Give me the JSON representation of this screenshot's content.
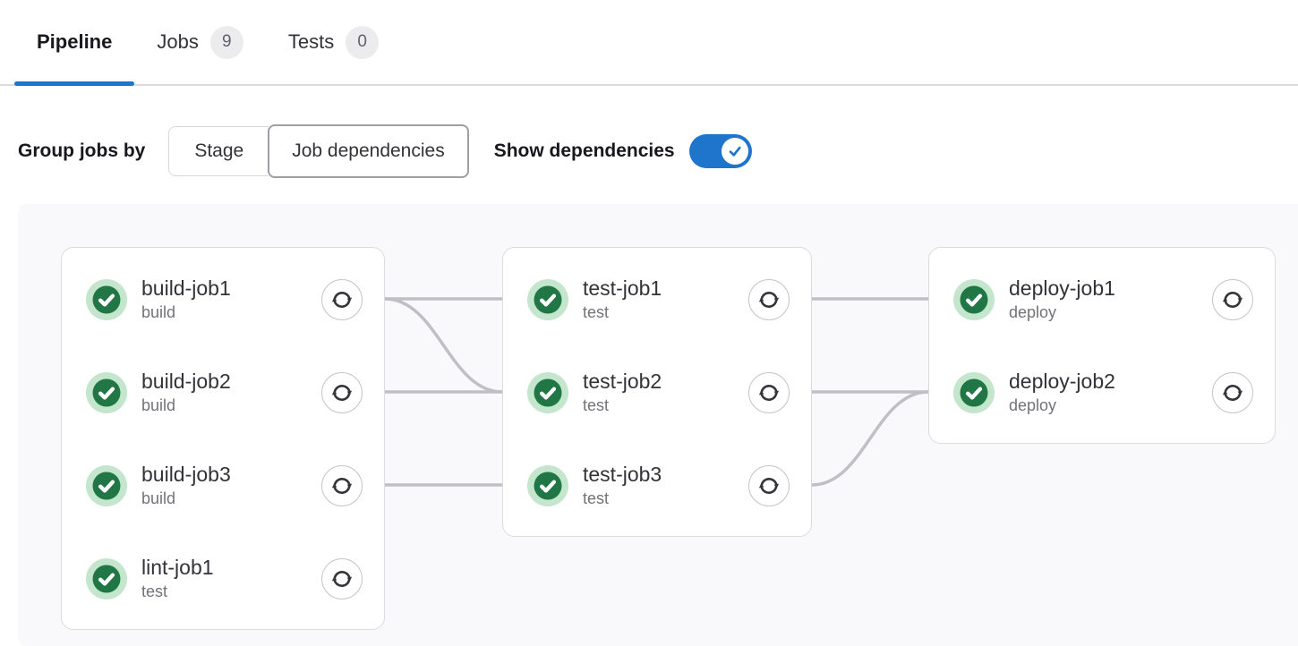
{
  "tabs": [
    {
      "label": "Pipeline",
      "active": true
    },
    {
      "label": "Jobs",
      "badge": "9",
      "active": false
    },
    {
      "label": "Tests",
      "badge": "0",
      "active": false
    }
  ],
  "controls": {
    "group_jobs_by_label": "Group jobs by",
    "segments": [
      {
        "label": "Stage",
        "selected": false
      },
      {
        "label": "Job dependencies",
        "selected": true
      }
    ],
    "show_dependencies_label": "Show dependencies",
    "show_dependencies_on": true
  },
  "pipeline": {
    "columns": [
      {
        "jobs": [
          {
            "name": "build-job1",
            "stage": "build",
            "status": "success"
          },
          {
            "name": "build-job2",
            "stage": "build",
            "status": "success"
          },
          {
            "name": "build-job3",
            "stage": "build",
            "status": "success"
          },
          {
            "name": "lint-job1",
            "stage": "test",
            "status": "success"
          }
        ]
      },
      {
        "jobs": [
          {
            "name": "test-job1",
            "stage": "test",
            "status": "success"
          },
          {
            "name": "test-job2",
            "stage": "test",
            "status": "success"
          },
          {
            "name": "test-job3",
            "stage": "test",
            "status": "success"
          }
        ]
      },
      {
        "jobs": [
          {
            "name": "deploy-job1",
            "stage": "deploy",
            "status": "success"
          },
          {
            "name": "deploy-job2",
            "stage": "deploy",
            "status": "success"
          }
        ]
      }
    ],
    "edges": [
      {
        "from": "build-job1",
        "to": "test-job1"
      },
      {
        "from": "build-job1",
        "to": "test-job2"
      },
      {
        "from": "build-job2",
        "to": "test-job2"
      },
      {
        "from": "build-job3",
        "to": "test-job3"
      },
      {
        "from": "test-job1",
        "to": "deploy-job1"
      },
      {
        "from": "test-job2",
        "to": "deploy-job2"
      },
      {
        "from": "test-job3",
        "to": "deploy-job2"
      }
    ]
  },
  "colors": {
    "accent": "#1f75cb",
    "success_dark": "#217645",
    "success_light": "#c3e6cd",
    "connector": "#c0bfc5",
    "card_border": "#dcdcde",
    "panel_bg": "#f9f9fb",
    "badge_bg": "#ececef",
    "badge_text": "#626168",
    "segment_border": "#d8d7dc",
    "segment_selected_border": "#9e9ea3",
    "tab_border": "#dcdcde",
    "retry_icon": "#36343b",
    "text_primary": "#18171d",
    "text_body": "#333238",
    "text_secondary": "#737278"
  }
}
